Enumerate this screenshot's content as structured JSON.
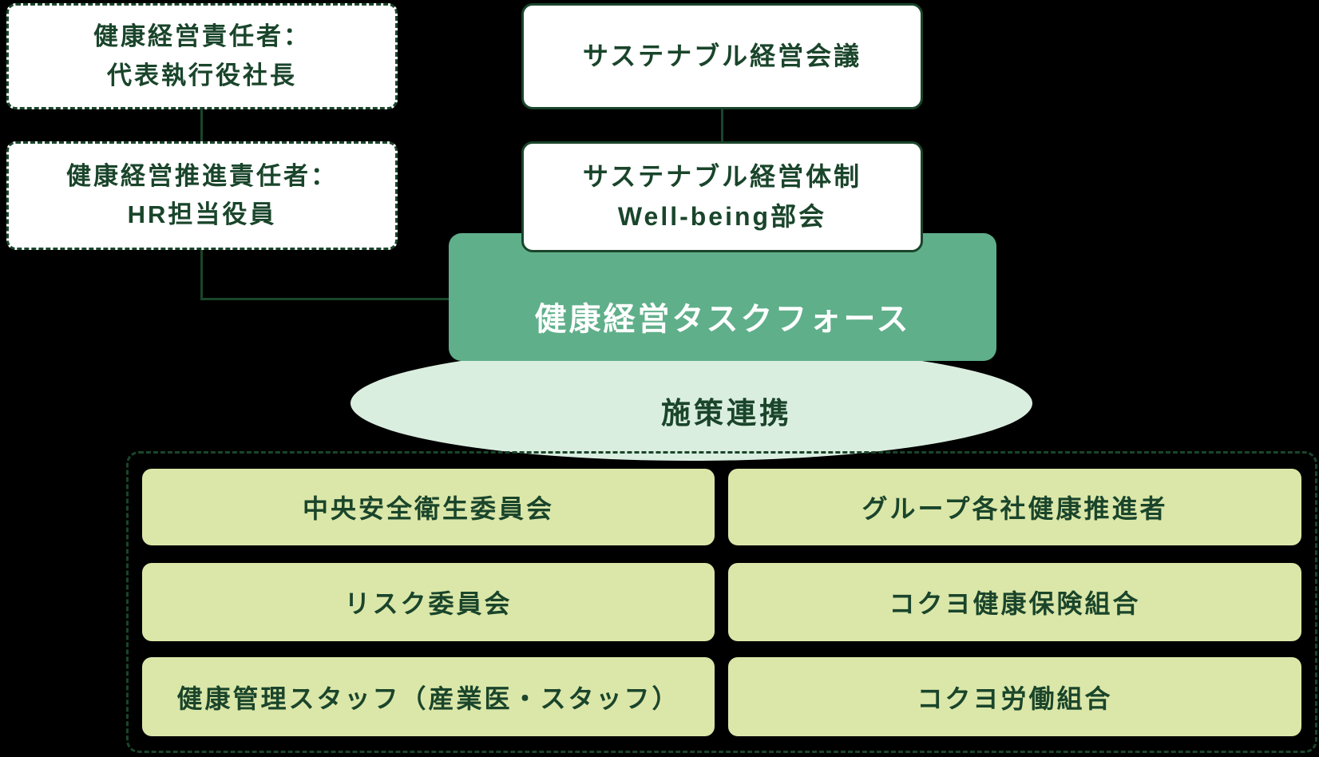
{
  "colors": {
    "background": "#000000",
    "dark_green": "#1A452B",
    "taskforce_green": "#5FAF8A",
    "ellipse_mint": "#DAEEE0",
    "member_yellow_green": "#DBE7A9",
    "box_white": "#ffffff"
  },
  "officers": {
    "health_officer": {
      "line1": "健康経営責任者：",
      "line2": "代表執行役社長"
    },
    "promotion_officer": {
      "line1": "健康経営推進責任者：",
      "line2": "HR担当役員"
    }
  },
  "governance": {
    "sustainable_meeting": {
      "label": "サステナブル経営会議"
    },
    "wellbeing_subcommittee": {
      "line1": "サステナブル経営体制",
      "line2": "Well-being部会"
    }
  },
  "taskforce": {
    "label": "健康経営タスクフォース"
  },
  "collaboration": {
    "label": "施策連携"
  },
  "partners": {
    "left": [
      "中央安全衛生委員会",
      "リスク委員会",
      "健康管理スタッフ（産業医・スタッフ）"
    ],
    "right": [
      "グループ各社健康推進者",
      "コクヨ健康保険組合",
      "コクヨ労働組合"
    ]
  }
}
